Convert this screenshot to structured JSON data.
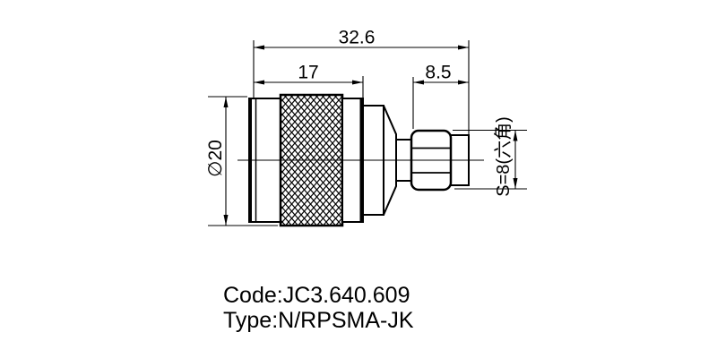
{
  "drawing": {
    "kind": "technical-drawing-rf-adapter",
    "dimensions": {
      "total_length": "32.6",
      "body_length": "17",
      "sma_length": "8.5",
      "body_diameter": "∅20",
      "hex_size": "S=8(六角)"
    },
    "title_block": {
      "code": "Code:JC3.640.609",
      "type": "Type:N/RPSMA-JK"
    },
    "colors": {
      "line": "#000000",
      "background": "#ffffff"
    }
  }
}
